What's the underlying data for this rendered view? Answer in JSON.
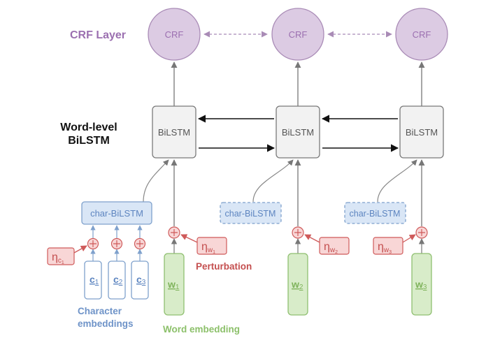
{
  "labels": {
    "crf_layer": "CRF Layer",
    "word_level_line1": "Word-level",
    "word_level_line2": "BiLSTM",
    "perturbation": "Perturbation",
    "char_emb_line1": "Character",
    "char_emb_line2": "embeddings",
    "word_embedding": "Word embedding"
  },
  "crf_nodes": [
    {
      "label": "CRF"
    },
    {
      "label": "CRF"
    },
    {
      "label": "CRF"
    }
  ],
  "bilstm_nodes": [
    {
      "label": "BiLSTM"
    },
    {
      "label": "BiLSTM"
    },
    {
      "label": "BiLSTM"
    }
  ],
  "char_bilstm_nodes": [
    {
      "label": "char-BiLSTM"
    },
    {
      "label": "char-BiLSTM"
    },
    {
      "label": "char-BiLSTM"
    }
  ],
  "char_embeddings": [
    {
      "main": "c",
      "sub": "1"
    },
    {
      "main": "c",
      "sub": "2"
    },
    {
      "main": "c",
      "sub": "3"
    }
  ],
  "word_embeddings": [
    {
      "main": "w",
      "sub": "1"
    },
    {
      "main": "w",
      "sub": "2"
    },
    {
      "main": "w",
      "sub": "3"
    }
  ],
  "noise_labels": {
    "char": {
      "main": "η",
      "sub": "c",
      "subsub": "1"
    },
    "words": [
      {
        "main": "η",
        "sub": "w",
        "subsub": "1"
      },
      {
        "main": "η",
        "sub": "w",
        "subsub": "2"
      },
      {
        "main": "η",
        "sub": "w",
        "subsub": "3"
      }
    ]
  },
  "colors": {
    "crf_fill": "#dccbe3",
    "crf_stroke": "#a98bb6",
    "crf_text": "#9b6fb0",
    "bilstm_fill": "#f2f2f2",
    "bilstm_stroke": "#7a7a7a",
    "char_fill": "#d9e6f6",
    "char_stroke": "#7fa1cc",
    "char_text": "#5d85c0",
    "word_fill": "#d8ecc9",
    "word_stroke": "#8fbf70",
    "word_text": "#7fb35b",
    "noise_fill": "#f8d6d6",
    "noise_stroke": "#cf5a5a",
    "noise_text": "#c44f4f"
  }
}
